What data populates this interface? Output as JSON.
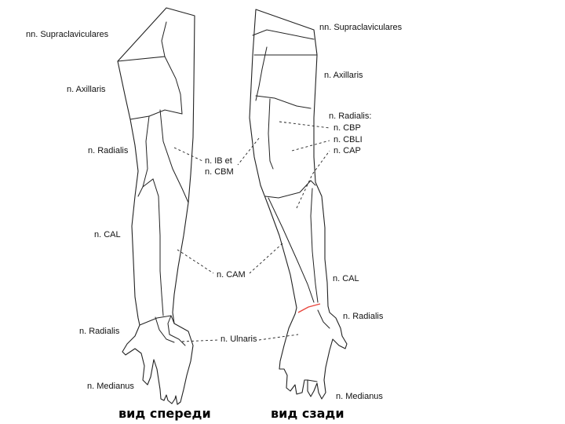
{
  "colors": {
    "outline": "#222222",
    "highlight": "#e8453c",
    "background": "#ffffff"
  },
  "labels": {
    "left": {
      "supraclaviculares": "nn. Supraclaviculares",
      "axillaris": "n. Axillaris",
      "radialis_upper": "n. Radialis",
      "cal": "n. CAL",
      "radialis_lower": "n. Radialis",
      "medianus": "n. Medianus"
    },
    "middle": {
      "ib_et": "n. IB et",
      "cbm": "n. CBM",
      "cam": "n. CAM",
      "ulnaris": "n. Ulnaris"
    },
    "right": {
      "supraclaviculares": "nn. Supraclaviculares",
      "axillaris": "n. Axillaris",
      "radialis_header": "n. Radialis:",
      "cbp": "n. CBP",
      "cbli": "n. CBLI",
      "cap": "n. CAP",
      "cal": "n. CAL",
      "radialis_lower": "n. Radialis",
      "medianus": "n. Medianus"
    }
  },
  "captions": {
    "front": "вид спереди",
    "back": "вид сзади"
  }
}
